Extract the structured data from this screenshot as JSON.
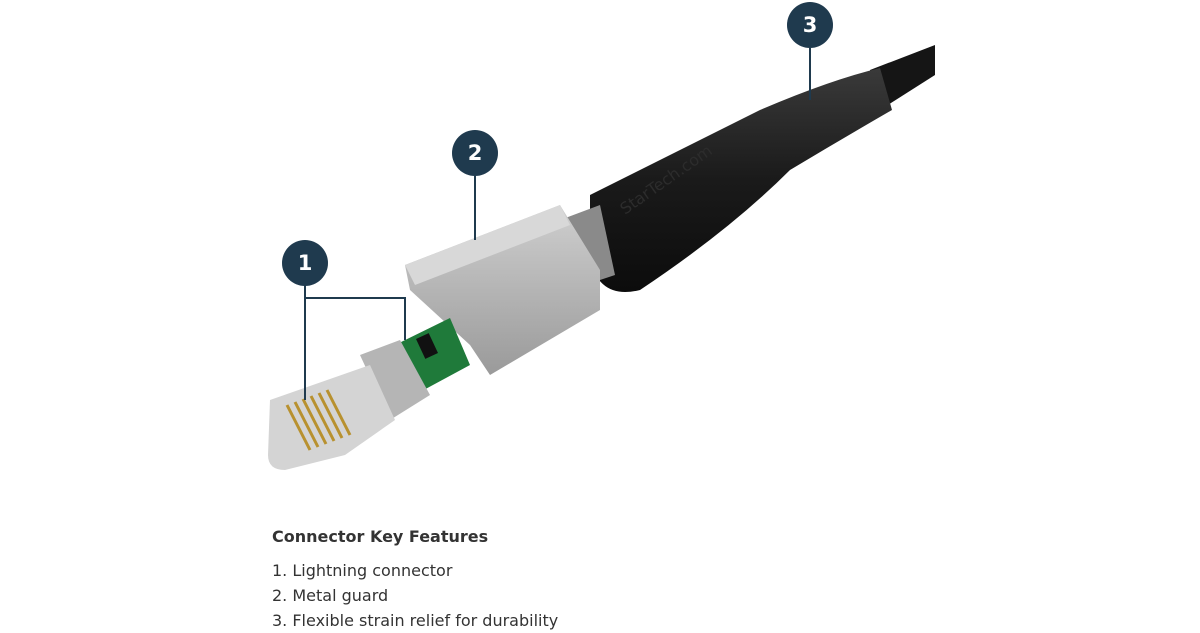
{
  "product": {
    "brand_imprint": "StarTech.com",
    "marker_color": "#1f3a4e"
  },
  "markers": [
    {
      "label": "1"
    },
    {
      "label": "2"
    },
    {
      "label": "3"
    }
  ],
  "features": {
    "title": "Connector Key Features",
    "items": [
      "1. Lightning connector",
      "2. Metal guard",
      "3. Flexible strain relief for durability"
    ]
  }
}
